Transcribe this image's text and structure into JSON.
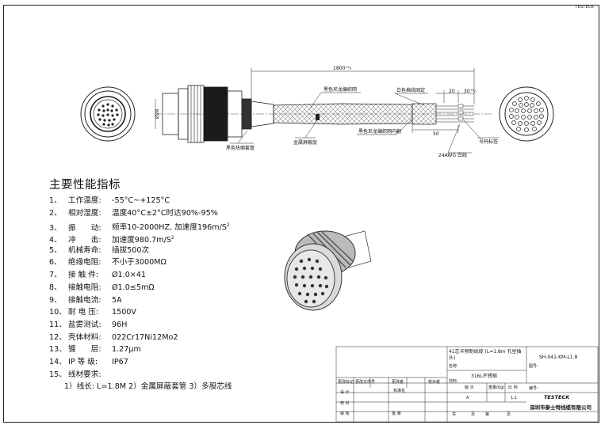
{
  "corner_code": "TESTECK",
  "drawing": {
    "length_dim": "1800⁺⁵₀",
    "dim_20": "20",
    "dim_30": "30⁺²₀",
    "dim_50": "50",
    "diam_label": "Ø28",
    "labels": {
      "braid_black": "黑色尼龙编织网",
      "white_fix": "白色棉线固定",
      "heat_shrink": "黑色热缩套管",
      "metal_shield": "金属屏蔽层",
      "braid_inner": "黑色尼龙编织网内翻",
      "wire_tag": "号码标签",
      "awg": "24AWG 白线"
    }
  },
  "specs": {
    "title": "主要性能指标",
    "items": [
      {
        "no": "1、",
        "label": "工作温度:",
        "value": "-55°C~+125°C"
      },
      {
        "no": "2、",
        "label": "相对湿度:",
        "value": "温度40°C±2°C时达90%-95%"
      },
      {
        "no": "3、",
        "label": "振　　动:",
        "value": "频率10-2000HZ, 加速度196m/S",
        "sup": "2"
      },
      {
        "no": "4、",
        "label": "冲　　击:",
        "value": "加速度980.7m/S",
        "sup": "2"
      },
      {
        "no": "5、",
        "label": "机械寿命:",
        "value": "插拔500次"
      },
      {
        "no": "6、",
        "label": "绝缘电阻:",
        "value": "不小于3000MΩ"
      },
      {
        "no": "7、",
        "label": "接 触 件:",
        "value": "Ø1.0×41"
      },
      {
        "no": "8、",
        "label": "接触电阻:",
        "value": "Ø1.0≤5mΩ"
      },
      {
        "no": "9、",
        "label": "接触电流:",
        "value": "5A"
      },
      {
        "no": "10、",
        "label": "耐 电 压:",
        "value": "1500V"
      },
      {
        "no": "11、",
        "label": "盐雾测试:",
        "value": "96H"
      },
      {
        "no": "12、",
        "label": "壳体材料:",
        "value": "022Cr17Ni12Mo2"
      },
      {
        "no": "13、",
        "label": "镀　　层:",
        "value": "1.27μm"
      },
      {
        "no": "14、",
        "label": "IP 等 级:",
        "value": "IP67"
      },
      {
        "no": "15、",
        "label": "线材要求:",
        "value": ""
      }
    ],
    "sub": "1）线长: L=1.8M 2）金属屏蔽套管 3）多股芯线"
  },
  "title_block": {
    "name": "41芯卡预制线缆 (L=1.8m 孔型插头)",
    "name_label": "名称:",
    "drawing_no_label": "图号:",
    "drawing_no": "SH-041-KM-L1.8",
    "material_label": "材料:",
    "material": "316L不锈钢",
    "change_mark": "更改标记",
    "change_doc": "更改文件号",
    "change_sign": "更改者",
    "approve": "校对者",
    "design": "设 计",
    "standard": "标准化",
    "check": "校 对",
    "review": "审 核",
    "approve2": "批 准",
    "stage": "版 次",
    "weight": "重量(Kg)",
    "scale": "比 例",
    "stage_val": "A",
    "scale_val": "1:1",
    "total": "共",
    "page": "页",
    "of": "第",
    "page2": "页",
    "code_label": "编号:",
    "brand": "TESTECK",
    "company": "深圳市泰士特线缆有限公司"
  }
}
